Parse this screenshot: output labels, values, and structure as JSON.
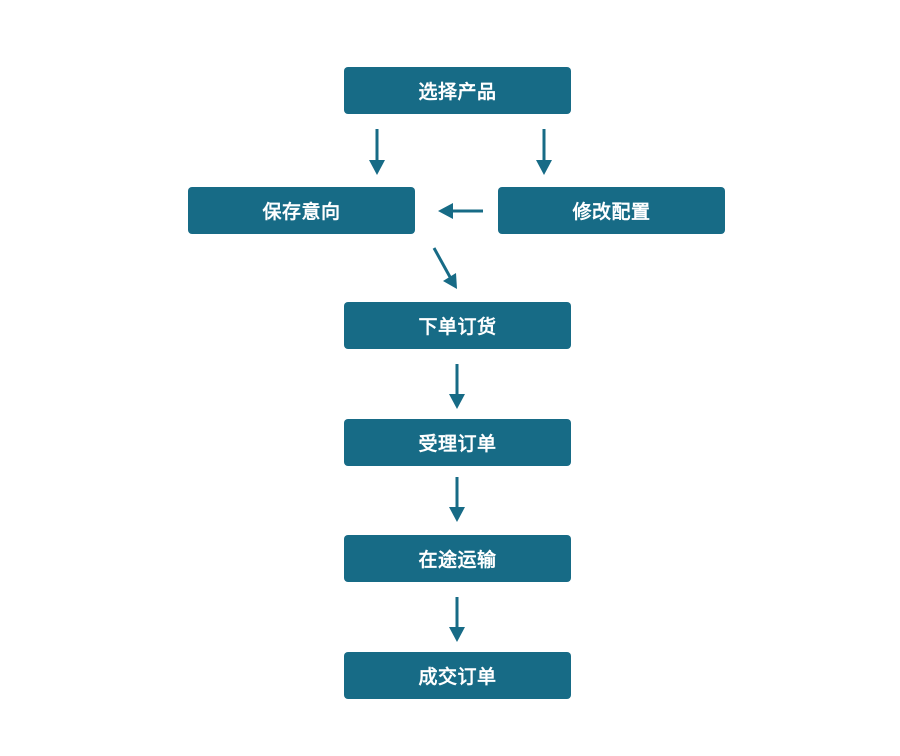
{
  "diagram": {
    "colors": {
      "node_fill": "#176b86",
      "node_text": "#ffffff",
      "arrow": "#176b86",
      "background": "#ffffff"
    },
    "nodes": {
      "select_product": "选择产品",
      "save_intent": "保存意向",
      "modify_config": "修改配置",
      "place_order": "下单订货",
      "accept_order": "受理订单",
      "in_transit": "在途运输",
      "complete_order": "成交订单"
    },
    "edges": [
      {
        "from": "select_product",
        "to": "save_intent"
      },
      {
        "from": "select_product",
        "to": "modify_config"
      },
      {
        "from": "modify_config",
        "to": "save_intent"
      },
      {
        "from": "save_intent",
        "to": "place_order"
      },
      {
        "from": "place_order",
        "to": "accept_order"
      },
      {
        "from": "accept_order",
        "to": "in_transit"
      },
      {
        "from": "in_transit",
        "to": "complete_order"
      }
    ]
  }
}
